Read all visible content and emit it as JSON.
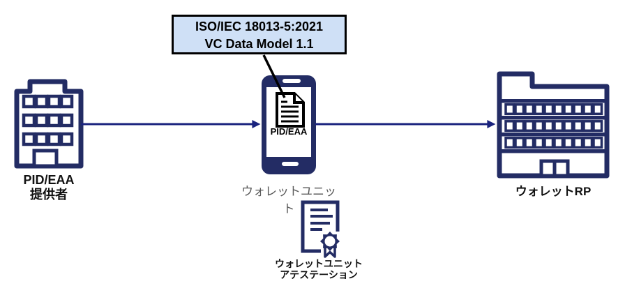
{
  "callout": {
    "line1": "ISO/IEC 18013-5:2021",
    "line2": "VC Data Model 1.1"
  },
  "provider": {
    "line1": "PID/EAA",
    "line2": "提供者"
  },
  "wallet_unit": {
    "label": "ウォレットユニット",
    "credential": "PID/EAA"
  },
  "wallet_rp": {
    "label": "ウォレットRP"
  },
  "attestation": {
    "line1": "ウォレットユニット",
    "line2": "アテステーション"
  },
  "colors": {
    "navy": "#232c64",
    "arrow": "#1a237e",
    "connector": "#000000",
    "callout_bg": "#cfe0f6",
    "callout_border": "#000000",
    "label_gray": "#595959",
    "label_black": "#111111"
  }
}
